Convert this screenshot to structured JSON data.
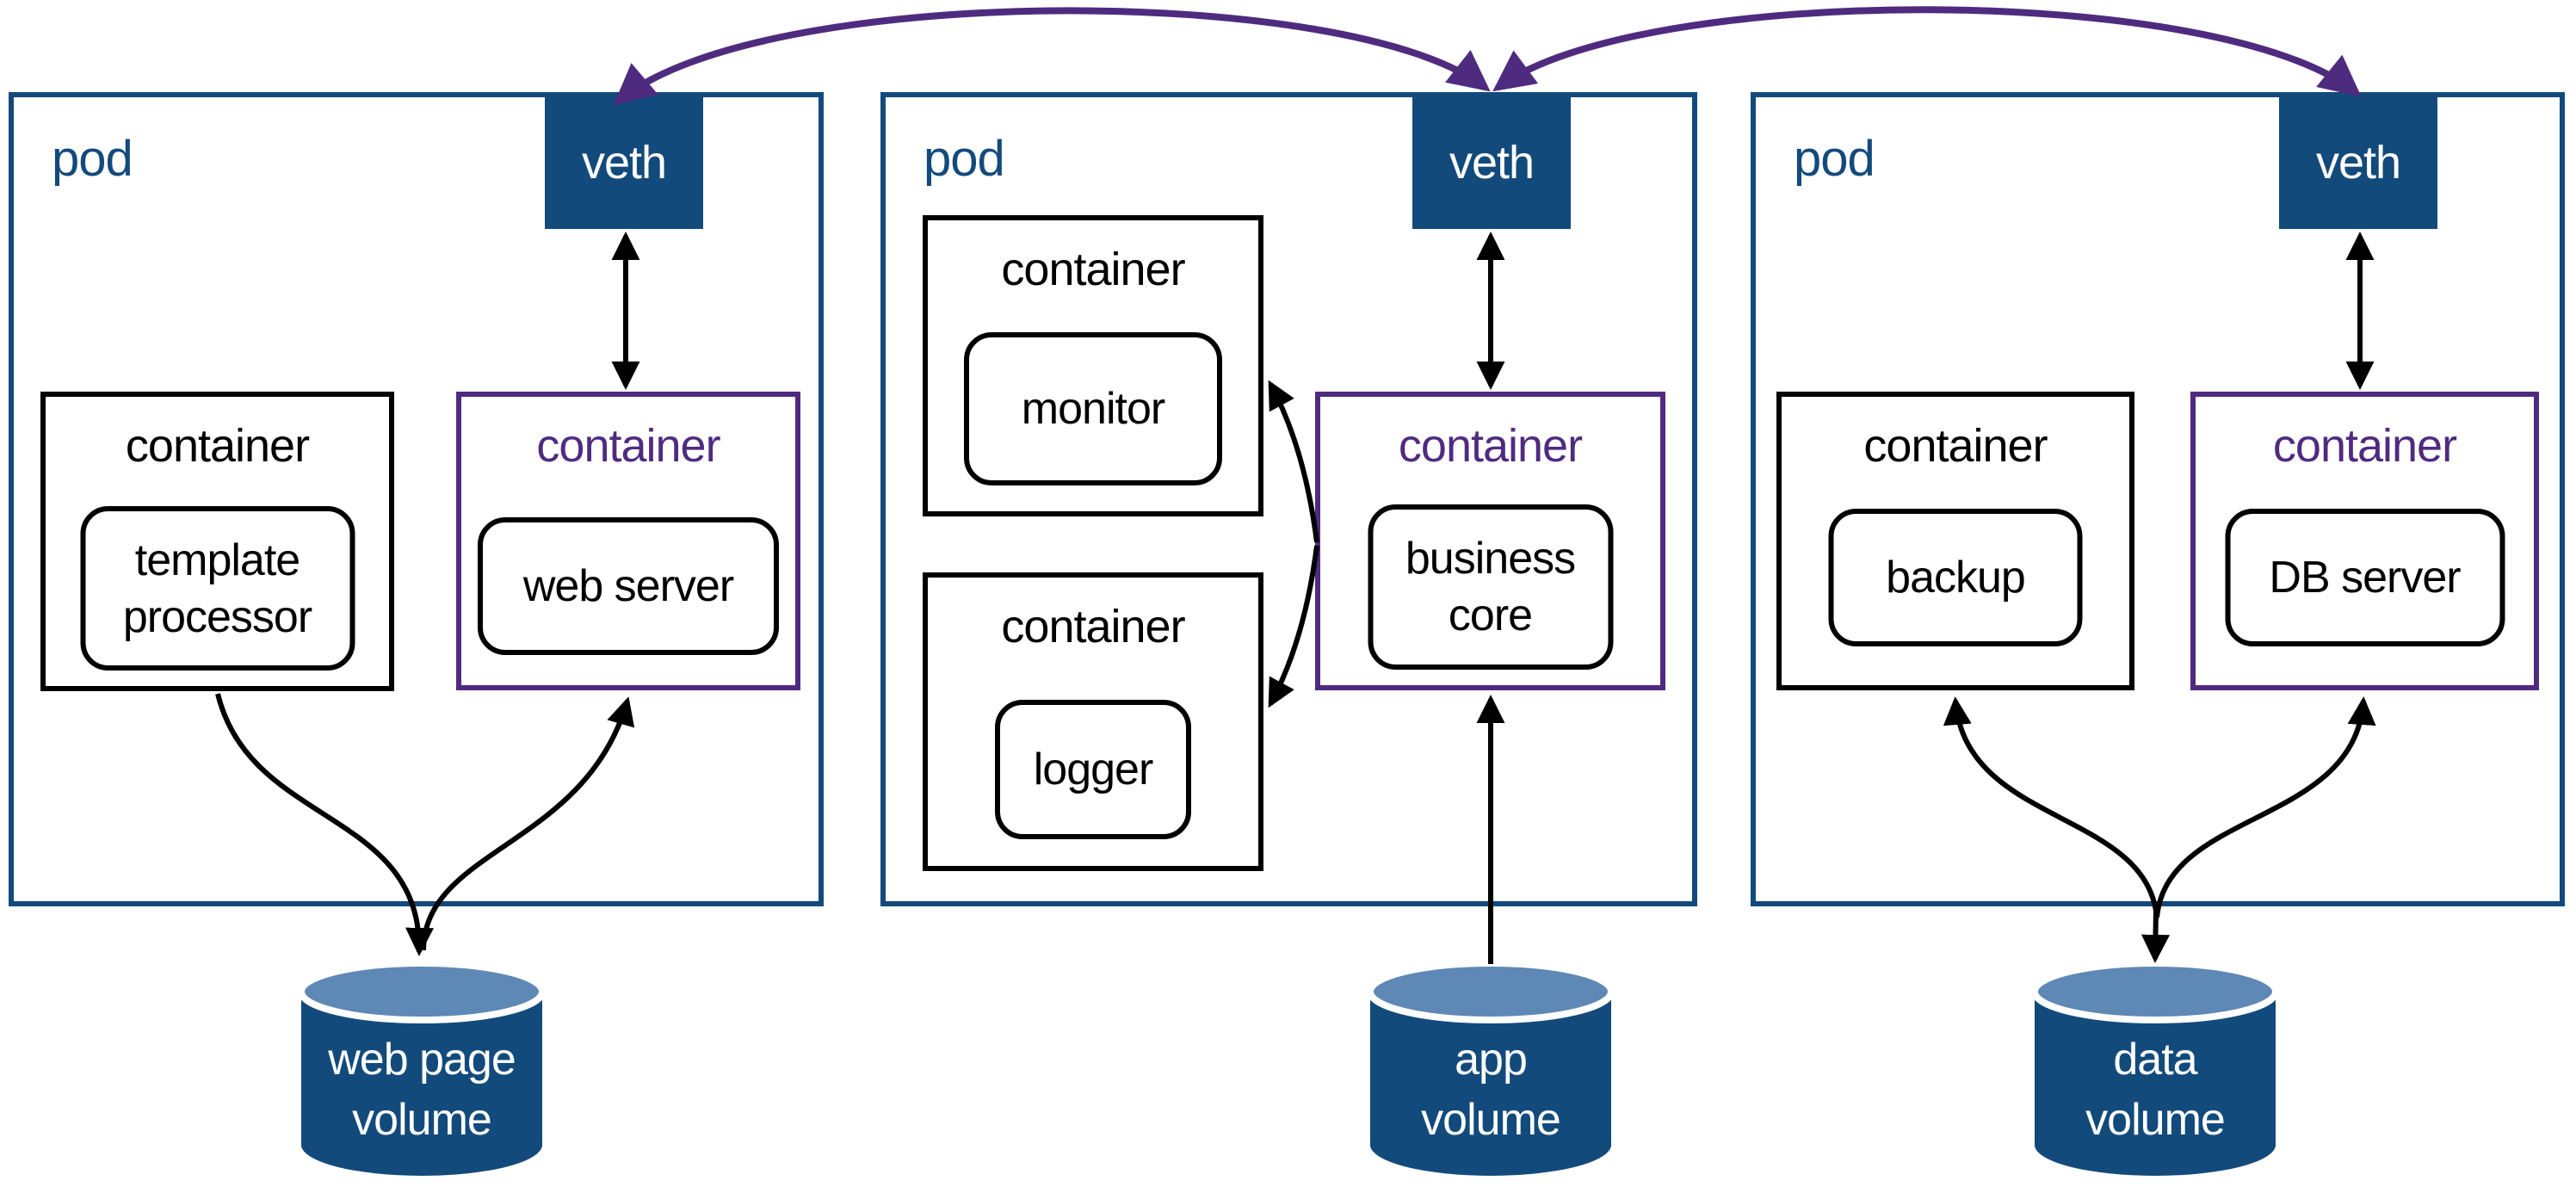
{
  "colors": {
    "pod_blue": "#134a7c",
    "veth_fill": "#134a7c",
    "volume_body_blue": "#134a7c",
    "volume_top_blue": "#5e88b5",
    "purple_accent": "#4f2b80",
    "arrow_black": "#000000",
    "background": "#ffffff"
  },
  "pods": [
    {
      "label": "pod",
      "veth": "veth",
      "containers": [
        {
          "label": "container",
          "app_line1": "template",
          "app_line2": "processor"
        },
        {
          "label": "container",
          "app_line1": "web server"
        }
      ],
      "volume": {
        "line1": "web page",
        "line2": "volume"
      }
    },
    {
      "label": "pod",
      "veth": "veth",
      "containers": [
        {
          "label": "container",
          "app_line1": "monitor"
        },
        {
          "label": "container",
          "app_line1": "logger"
        },
        {
          "label": "container",
          "app_line1": "business",
          "app_line2": "core"
        }
      ],
      "volume": {
        "line1": "app",
        "line2": "volume"
      }
    },
    {
      "label": "pod",
      "veth": "veth",
      "containers": [
        {
          "label": "container",
          "app_line1": "backup"
        },
        {
          "label": "container",
          "app_line1": "DB server"
        }
      ],
      "volume": {
        "line1": "data",
        "line2": "volume"
      }
    }
  ]
}
